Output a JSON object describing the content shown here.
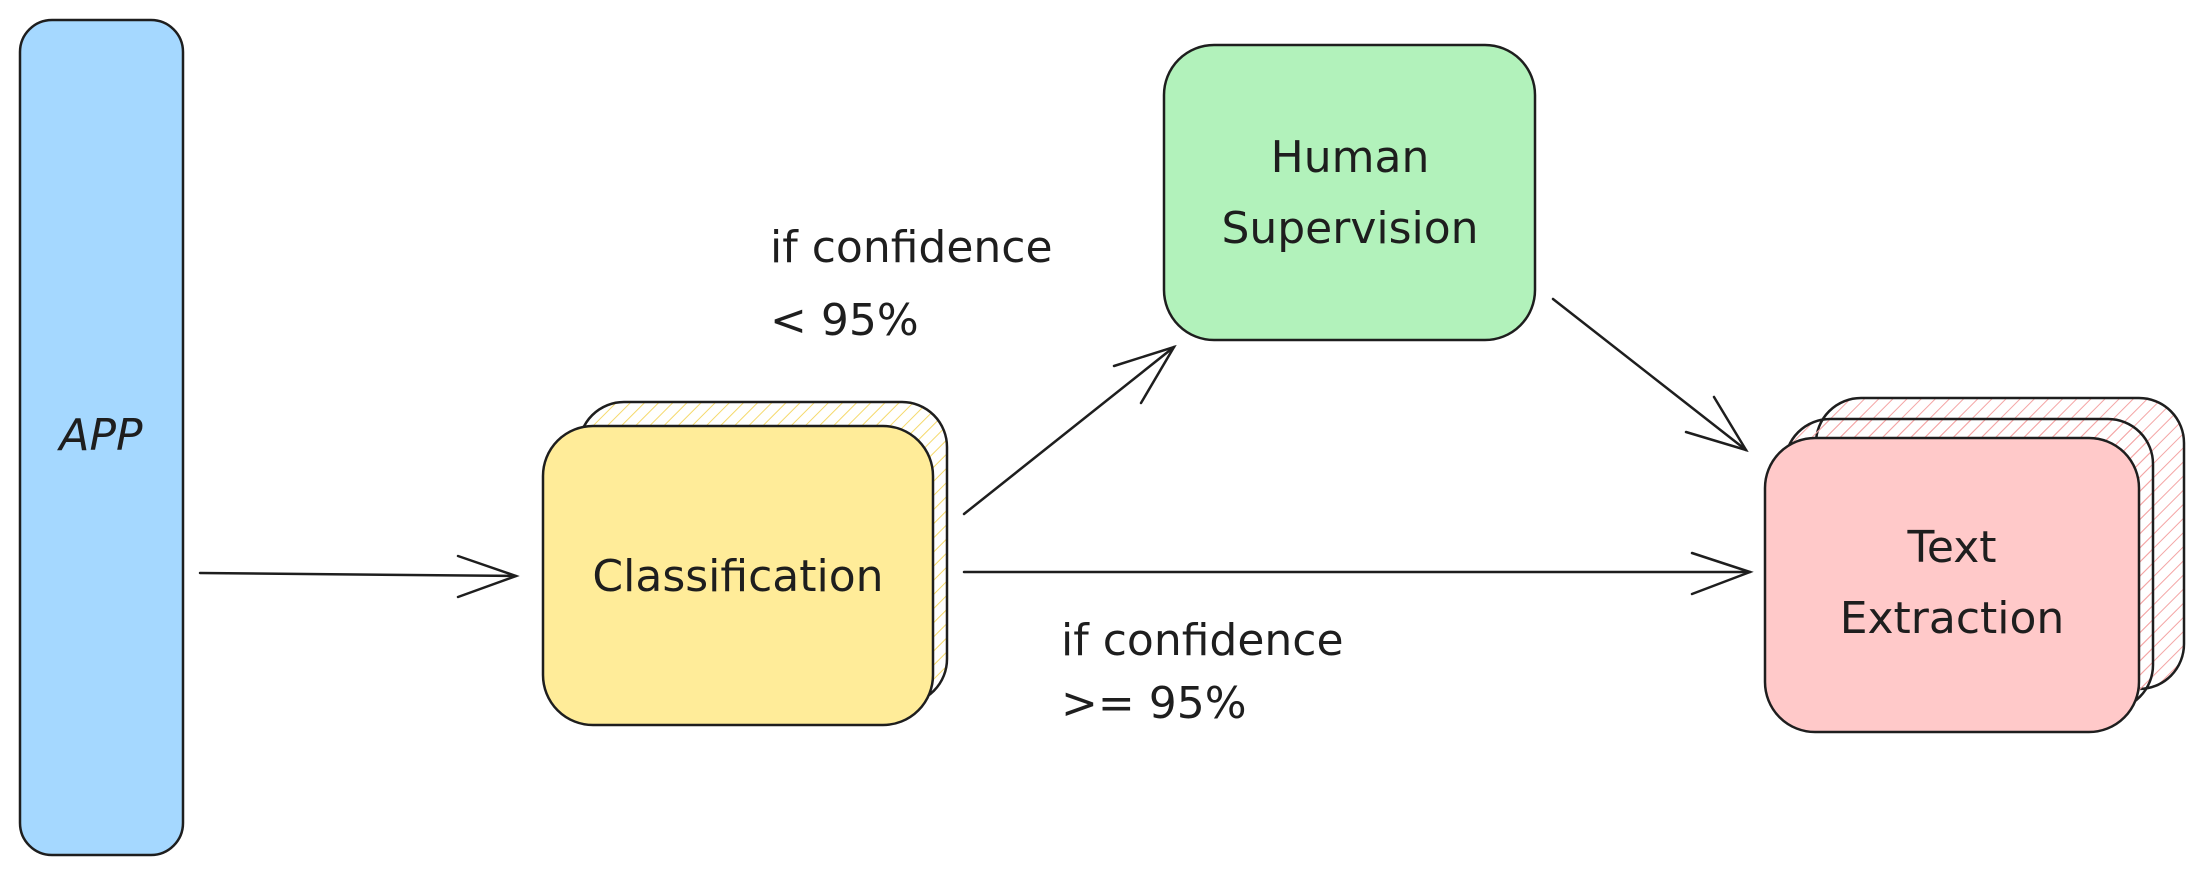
{
  "nodes": {
    "app": {
      "label": "APP",
      "color": "#a5d8ff"
    },
    "classification": {
      "label": "Classification",
      "color": "#ffec99"
    },
    "human_supervision": {
      "line1": "Human",
      "line2": "Supervision",
      "color": "#b2f2bb"
    },
    "text_extraction": {
      "line1": "Text",
      "line2": "Extraction",
      "color": "#ffc9c9"
    }
  },
  "edge_labels": {
    "low_confidence": {
      "line1": "if confidence",
      "line2": "< 95%"
    },
    "high_confidence": {
      "line1": "if confidence",
      "line2": ">= 95%"
    }
  }
}
